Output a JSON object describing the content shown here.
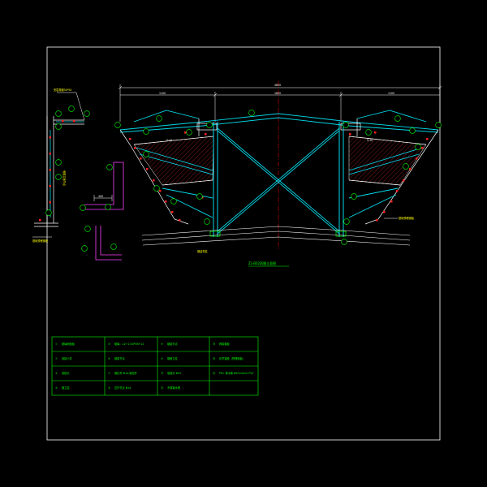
{
  "colors": {
    "background": "#000000",
    "frame": "#ffffff",
    "structure": "#ffffff",
    "member": "#00d8e8",
    "bolt": "#ff2020",
    "dimension": "#ffffff",
    "bubble": "#00ff00",
    "hatch": "#ff3030",
    "label": "#ffff00",
    "table": "#00ff00",
    "centerline": "#ff0000"
  },
  "icons": {
    "section-bubble": "circled-number",
    "anchor-bolt": "small-square"
  },
  "drawing": {
    "dimensions": {
      "overall": "4800",
      "left_span": "1100",
      "middle_span": "1800",
      "right_span": "1100"
    },
    "slopes": {
      "left_upper": "5:10",
      "right_upper": "5:10"
    },
    "leader_notes": {
      "top_left": "夹层角钢50*50",
      "right_anchor": "基础预埋钢板",
      "left_anchor": "基础预埋钢板",
      "bottom_center": "钢结构柱"
    },
    "detail_labels": {
      "elevation_vertical": "雨篷立面节点",
      "section_dim": "400"
    },
    "title": "ZL-B02雨篷立面图"
  },
  "legend": {
    "rows": [
      [
        "①",
        "玻璃雨篷板",
        "⑤",
        "玻璃：12+1.52PVB+12",
        "⑨",
        "钢梁节点",
        "⑬",
        "焊接钢板"
      ],
      [
        "②",
        "驳接爪件",
        "⑥",
        "钢梁节点",
        "⑩",
        "钢管立柱",
        "⑭",
        "化学锚栓（预埋钢板）"
      ],
      [
        "③",
        "驳接头",
        "⑦",
        "钢拉杆 Φ14-钢拉杆",
        "⑪",
        "驳接头 Φ25",
        "⑮",
        "PVC 排水管 Φ50×2mm PVC"
      ],
      [
        "④",
        "钢立柱",
        "⑧",
        "拉杆节点 Φ14",
        "⑫",
        "不锈钢水槽",
        "",
        ""
      ]
    ]
  }
}
